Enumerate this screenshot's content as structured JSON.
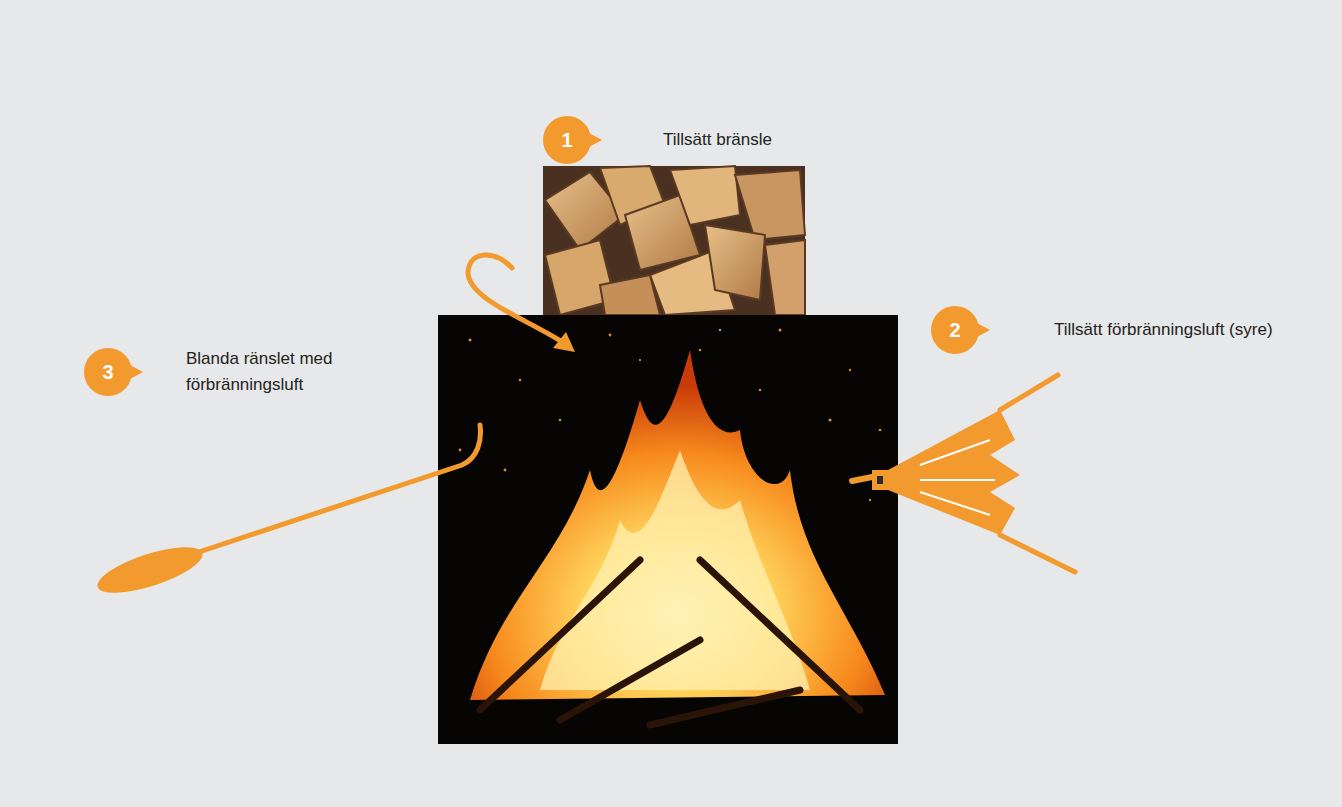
{
  "diagram": {
    "nodes": [
      {
        "text": [
          "1",
          "Tillsätt bränsle"
        ]
      },
      {
        "text": [
          "2",
          "Tillsätt förbränningsluft (syre)"
        ]
      },
      {
        "text": [
          "3",
          "Blanda ränslet med förbränningsluft"
        ]
      }
    ]
  }
}
